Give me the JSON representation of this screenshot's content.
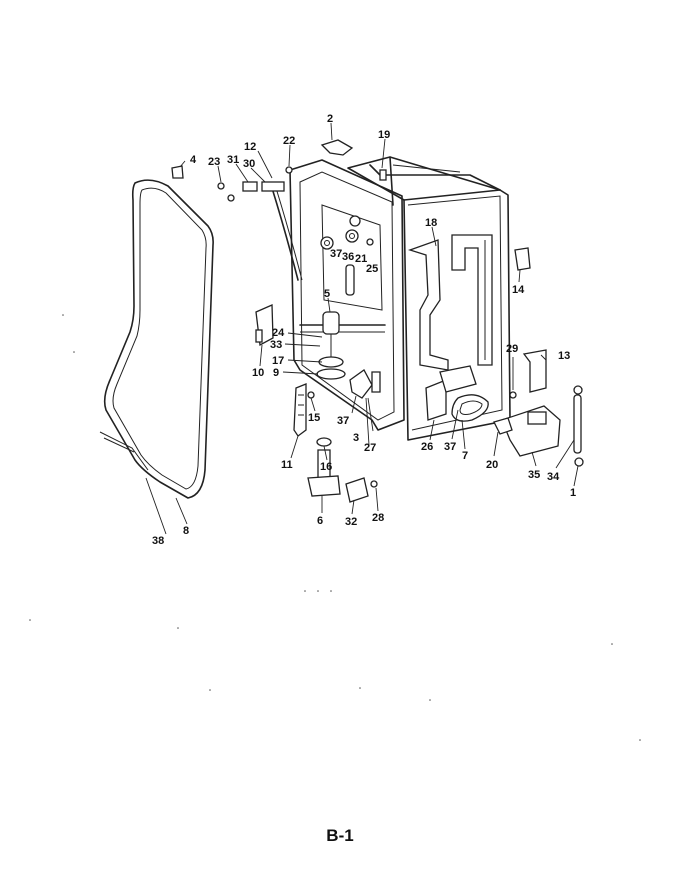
{
  "page_number": "B-1",
  "callouts": {
    "c1": "1",
    "c2": "2",
    "c3": "3",
    "c4": "4",
    "c5": "5",
    "c6": "6",
    "c7": "7",
    "c8": "8",
    "c9": "9",
    "c10": "10",
    "c11": "11",
    "c12": "12",
    "c13": "13",
    "c14": "14",
    "c15": "15",
    "c16": "16",
    "c17": "17",
    "c18": "18",
    "c19": "19",
    "c20": "20",
    "c21": "21",
    "c22": "22",
    "c23": "23",
    "c24": "24",
    "c25": "25",
    "c26": "26",
    "c27": "27",
    "c28": "28",
    "c29": "29",
    "c30": "30",
    "c31": "31",
    "c32": "32",
    "c33": "33",
    "c34": "34",
    "c35": "35",
    "c36": "36",
    "c37a": "37",
    "c37b": "37",
    "c37c": "37",
    "c38": "38"
  }
}
